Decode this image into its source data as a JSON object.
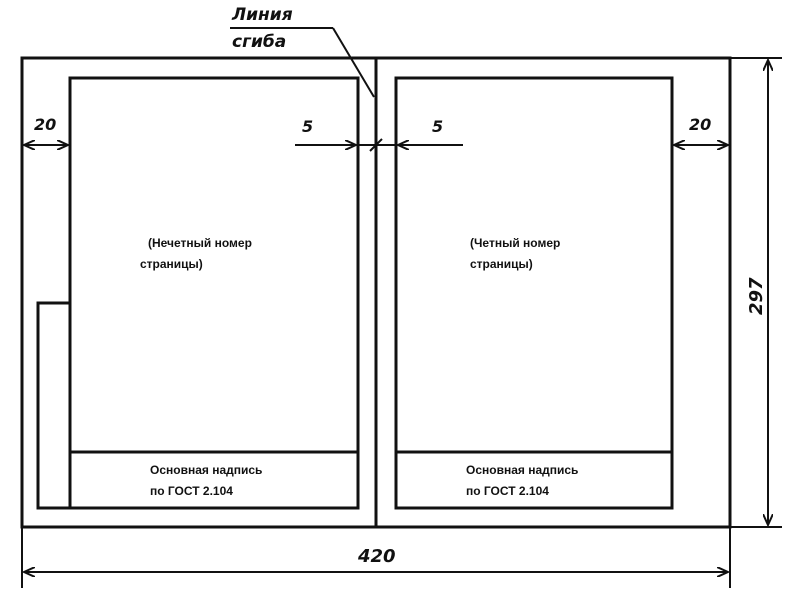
{
  "fold_label": {
    "line1": "Линия",
    "line2": "сгиба"
  },
  "dimensions": {
    "left_margin": "20",
    "right_margin": "20",
    "left_gap": "5",
    "right_gap": "5",
    "width": "420",
    "height": "297"
  },
  "left_page": {
    "line1": "(Нечетный номер",
    "line2": "страницы)"
  },
  "right_page": {
    "line1": "(Четный номер",
    "line2": "страницы)"
  },
  "title_block": {
    "line1": "Основная надпись",
    "line2": "по ГОСТ 2.104"
  }
}
